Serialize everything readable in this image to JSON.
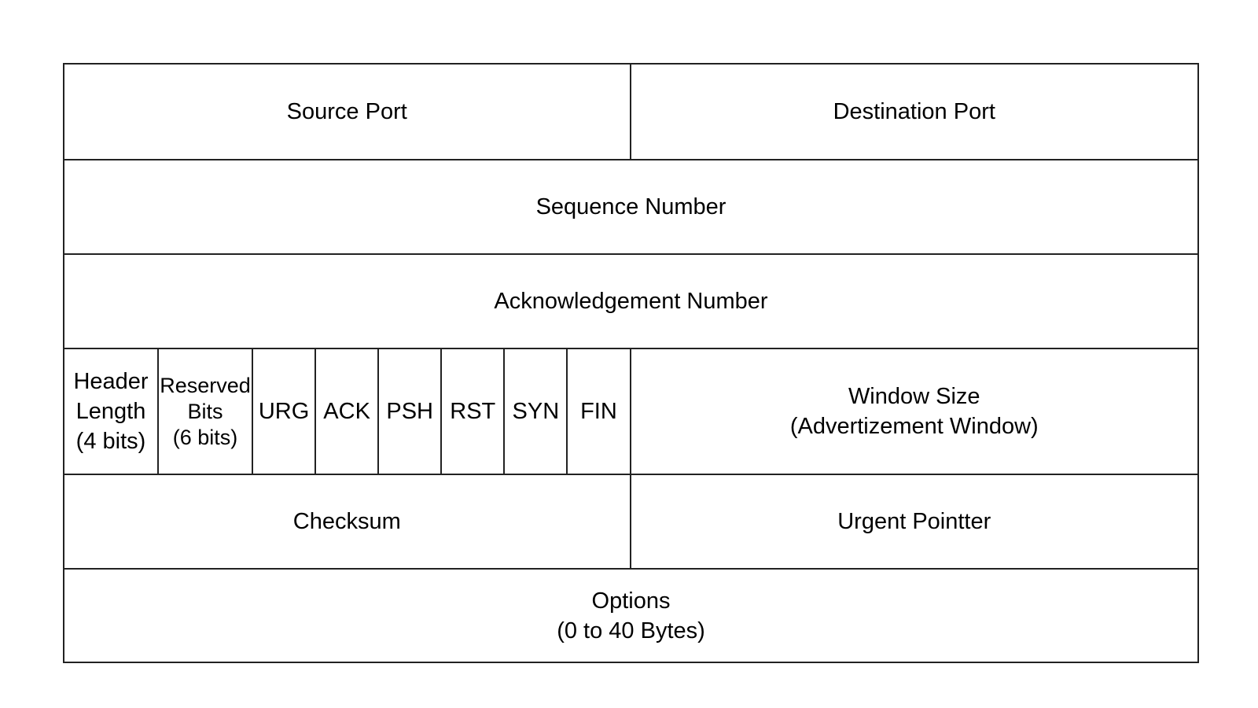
{
  "header": {
    "source_port": "Source Port",
    "destination_port": "Destination Port",
    "sequence_number": "Sequence Number",
    "acknowledgement_number": "Acknowledgement Number",
    "header_length": "Header\nLength\n(4 bits)",
    "reserved_bits": "Reserved\nBits\n(6 bits)",
    "flags": [
      "URG",
      "ACK",
      "PSH",
      "RST",
      "SYN",
      "FIN"
    ],
    "window_size": "Window Size\n(Advertizement Window)",
    "checksum": "Checksum",
    "urgent_pointer": "Urgent Pointter",
    "options": "Options\n(0 to 40 Bytes)"
  },
  "colors": {
    "border": "#222222",
    "background": "#ffffff",
    "text": "#000000"
  }
}
